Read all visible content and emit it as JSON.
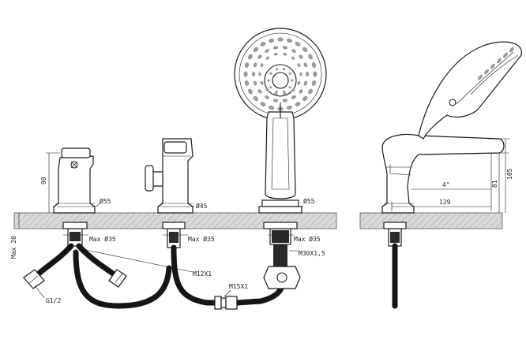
{
  "labels": {
    "dia_55_left": "Ø55",
    "dia_45": "Ø45",
    "dia_55_right": "Ø55",
    "max35_a": "Max Ø35",
    "max35_b": "Max Ø35",
    "max35_c": "Max Ø35",
    "height_90": "90",
    "max20": "Max 20",
    "m12x1": "M12X1",
    "m30x15": "M30X1,5",
    "m15x1": "M15X1",
    "g12": "G1/2",
    "angle_4": "4°",
    "len_129": "129",
    "h_81": "81",
    "h_105": "105"
  }
}
